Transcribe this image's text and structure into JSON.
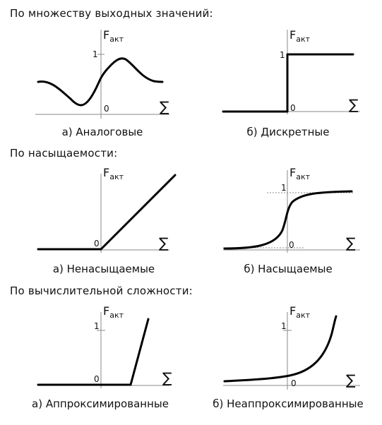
{
  "sections": [
    {
      "heading": "По множеству выходных значений:"
    },
    {
      "heading": "По насыщаемости:"
    },
    {
      "heading": "По вычислительной сложности:"
    }
  ],
  "axis": {
    "y_main": "F",
    "y_sub": "акт",
    "x": "∑",
    "one": "1",
    "zero": "0"
  },
  "panels": [
    {
      "caption": "а) Аналоговые"
    },
    {
      "caption": "б) Дискретные"
    },
    {
      "caption": "а) Ненасыщаемые"
    },
    {
      "caption": "б) Насыщаемые"
    },
    {
      "caption": "а) Аппроксимированные"
    },
    {
      "caption": "б) Неаппроксимированные"
    }
  ]
}
